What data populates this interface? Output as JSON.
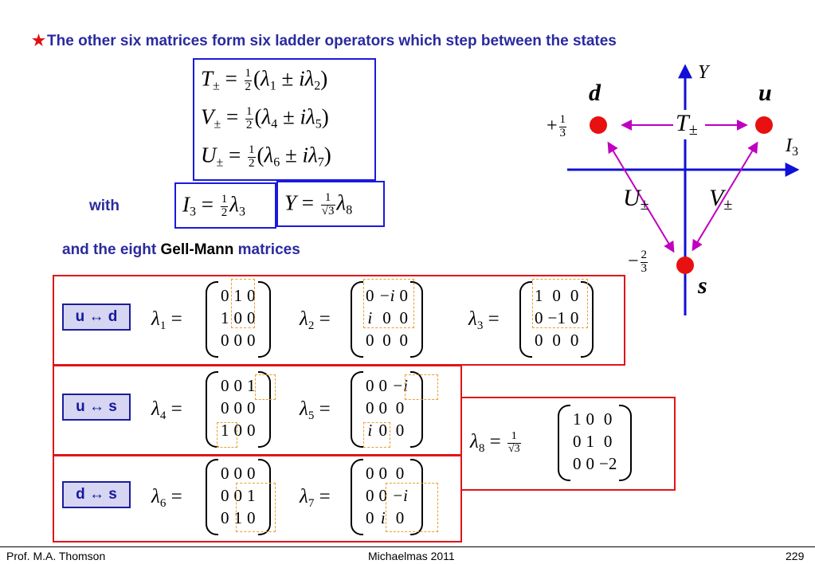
{
  "heading": {
    "star": "★",
    "text": "The other six matrices form six ladder operators which step between the states"
  },
  "operators": {
    "t_lhs": "T",
    "v_lhs": "V",
    "u_lhs": "U",
    "pm": "±",
    "eq": "=",
    "half_num": "1",
    "half_den": "2",
    "lambda": "λ",
    "t_rhs": [
      "1",
      "2"
    ],
    "v_rhs": [
      "4",
      "5"
    ],
    "u_rhs": [
      "6",
      "7"
    ],
    "i": "i",
    "open": "(",
    "close": ")"
  },
  "with_label": "with",
  "i3_eq": {
    "lhs": "I",
    "lhs_sub": "3",
    "num": "1",
    "den": "2",
    "lam_sub": "3"
  },
  "y_eq": {
    "lhs": "Y",
    "num": "1",
    "den": "√3",
    "lam_sub": "8"
  },
  "gell_mann_line": {
    "prefix": "and the eight ",
    "name": "Gell-Mann",
    "suffix": " matrices"
  },
  "transitions": {
    "ud": "u ↔ d",
    "us": "u ↔ s",
    "ds": "d ↔ s"
  },
  "matrices": {
    "l1": {
      "sub": "1",
      "rows": [
        [
          "0",
          "1",
          "0"
        ],
        [
          "1",
          "0",
          "0"
        ],
        [
          "0",
          "0",
          "0"
        ]
      ]
    },
    "l2": {
      "sub": "2",
      "rows": [
        [
          "0",
          "−i",
          "0"
        ],
        [
          "i",
          "0",
          "0"
        ],
        [
          "0",
          "0",
          "0"
        ]
      ]
    },
    "l3": {
      "sub": "3",
      "rows": [
        [
          "1",
          "0",
          "0"
        ],
        [
          "0",
          "−1",
          "0"
        ],
        [
          "0",
          "0",
          "0"
        ]
      ]
    },
    "l4": {
      "sub": "4",
      "rows": [
        [
          "0",
          "0",
          "1"
        ],
        [
          "0",
          "0",
          "0"
        ],
        [
          "1",
          "0",
          "0"
        ]
      ]
    },
    "l5": {
      "sub": "5",
      "rows": [
        [
          "0",
          "0",
          "−i"
        ],
        [
          "0",
          "0",
          "0"
        ],
        [
          "i",
          "0",
          "0"
        ]
      ]
    },
    "l6": {
      "sub": "6",
      "rows": [
        [
          "0",
          "0",
          "0"
        ],
        [
          "0",
          "0",
          "1"
        ],
        [
          "0",
          "1",
          "0"
        ]
      ]
    },
    "l7": {
      "sub": "7",
      "rows": [
        [
          "0",
          "0",
          "0"
        ],
        [
          "0",
          "0",
          "−i"
        ],
        [
          "0",
          "i",
          "0"
        ]
      ]
    },
    "l8": {
      "sub": "8",
      "num": "1",
      "den": "√3",
      "rows": [
        [
          "1",
          "0",
          "0"
        ],
        [
          "0",
          "1",
          "0"
        ],
        [
          "0",
          "0",
          "−2"
        ]
      ]
    }
  },
  "diagram": {
    "y_axis": "Y",
    "x_axis": "I",
    "x_axis_sub": "3",
    "d": "d",
    "u": "u",
    "s": "s",
    "plus_third": {
      "sign": "+",
      "num": "1",
      "den": "3"
    },
    "minus_two_thirds": {
      "sign": "−",
      "num": "2",
      "den": "3"
    },
    "t_pm": "T",
    "u_pm": "U",
    "v_pm": "V",
    "pm": "±",
    "colors": {
      "axis": "#1010d8",
      "quark": "#e81010",
      "arrow": "#c000c0"
    }
  },
  "footer": {
    "left": "Prof. M.A. Thomson",
    "center": "Michaelmas 2011",
    "right": "229"
  }
}
